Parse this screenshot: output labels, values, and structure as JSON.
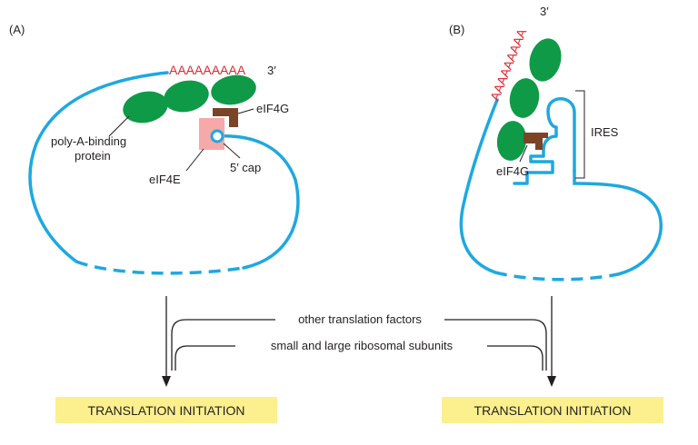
{
  "panel_a": {
    "letter": "(A)",
    "poly_a_tail": "AAAAAAAAA",
    "three_prime": "3′",
    "eif4g": "eIF4G",
    "pabp_line1": "poly-A-binding",
    "pabp_line2": "protein",
    "five_cap": "5′ cap",
    "eif4e": "eIF4E"
  },
  "panel_b": {
    "letter": "(B)",
    "poly_a_tail": "AAAAAAAAA",
    "three_prime": "3′",
    "ires": "IRES",
    "eif4g": "eIF4G"
  },
  "factors": {
    "other": "other translation factors",
    "ribosomal": "small and large ribosomal subunits"
  },
  "outcome": {
    "left": "TRANSLATION INITIATION",
    "right": "TRANSLATION INITIATION"
  },
  "colors": {
    "mrna": "#1ea8e0",
    "protein_green": "#0f9a48",
    "eif4g_brown": "#7b4426",
    "eif4e_pink": "#f5a9a8",
    "poly_a_red": "#e0282e",
    "outcome_box": "#fcf08e"
  }
}
